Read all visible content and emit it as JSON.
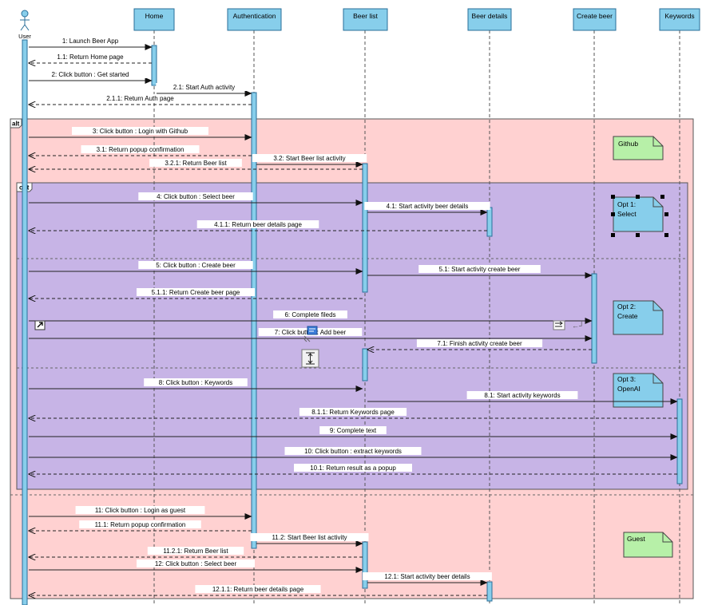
{
  "actor": {
    "label": "User"
  },
  "lifelines": [
    {
      "id": "home",
      "label": "Home"
    },
    {
      "id": "auth",
      "label": "Authentication"
    },
    {
      "id": "beerlist",
      "label": "Beer list"
    },
    {
      "id": "details",
      "label": "Beer details"
    },
    {
      "id": "create",
      "label": "Create beer"
    },
    {
      "id": "keywords",
      "label": "Keywords"
    }
  ],
  "fragments": {
    "alt": {
      "keyword": "alt"
    },
    "opt": {
      "keyword": "opt"
    }
  },
  "notes": [
    {
      "id": "github",
      "text": "Github"
    },
    {
      "id": "opt1",
      "text": "Opt 1:\nSelect"
    },
    {
      "id": "opt2",
      "text": "Opt 2:\nCreate"
    },
    {
      "id": "opt3",
      "text": "Opt 3:\nOpenAI"
    },
    {
      "id": "guest",
      "text": "Guest"
    }
  ],
  "messages": [
    {
      "label": "1: Launch Beer App",
      "from": "user",
      "to": "home",
      "kind": "sync"
    },
    {
      "label": "1.1: Return Home page",
      "from": "home",
      "to": "user",
      "kind": "return"
    },
    {
      "label": "2: Click button : Get started",
      "from": "user",
      "to": "home",
      "kind": "sync"
    },
    {
      "label": "2.1: Start Auth activity",
      "from": "home",
      "to": "auth",
      "kind": "sync"
    },
    {
      "label": "2.1.1: Return Auth page",
      "from": "auth",
      "to": "user",
      "kind": "return"
    },
    {
      "label": "3: Click button : Login with Github",
      "from": "user",
      "to": "auth",
      "kind": "sync"
    },
    {
      "label": "3.1: Return popup confirmation",
      "from": "auth",
      "to": "user",
      "kind": "return"
    },
    {
      "label": "3.2: Start Beer list activity",
      "from": "auth",
      "to": "beerlist",
      "kind": "sync"
    },
    {
      "label": "3.2.1: Return Beer list",
      "from": "beerlist",
      "to": "user",
      "kind": "return"
    },
    {
      "label": "4: Click button : Select beer",
      "from": "user",
      "to": "beerlist",
      "kind": "sync"
    },
    {
      "label": "4.1: Start activity beer details",
      "from": "beerlist",
      "to": "details",
      "kind": "sync"
    },
    {
      "label": "4.1.1: Return beer details page",
      "from": "details",
      "to": "user",
      "kind": "return"
    },
    {
      "label": "5: Click button : Create beer",
      "from": "user",
      "to": "beerlist",
      "kind": "sync"
    },
    {
      "label": "5.1: Start activity create beer",
      "from": "beerlist",
      "to": "create",
      "kind": "sync"
    },
    {
      "label": "5.1.1: Return Create beer page",
      "from": "create",
      "to": "user",
      "kind": "return"
    },
    {
      "label": "6: Complete fileds",
      "from": "user",
      "to": "create",
      "kind": "sync"
    },
    {
      "label": "7: Click button : Add beer",
      "from": "user",
      "to": "create",
      "kind": "sync"
    },
    {
      "label": "7.1: Finish activity create beer",
      "from": "create",
      "to": "beerlist",
      "kind": "return"
    },
    {
      "label": "8: Click button : Keywords",
      "from": "user",
      "to": "beerlist",
      "kind": "sync"
    },
    {
      "label": "8.1: Start activity keywords",
      "from": "beerlist",
      "to": "keywords",
      "kind": "sync"
    },
    {
      "label": "8.1.1: Return Keywords page",
      "from": "keywords",
      "to": "user",
      "kind": "return"
    },
    {
      "label": "9: Complete text",
      "from": "user",
      "to": "keywords",
      "kind": "sync"
    },
    {
      "label": "10: Click button : extract keywords",
      "from": "user",
      "to": "keywords",
      "kind": "sync"
    },
    {
      "label": "10.1: Return result as a popup",
      "from": "keywords",
      "to": "user",
      "kind": "return"
    },
    {
      "label": "11: Click button : Login as guest",
      "from": "user",
      "to": "auth",
      "kind": "sync"
    },
    {
      "label": "11.1: Return popup confirmation",
      "from": "auth",
      "to": "user",
      "kind": "return"
    },
    {
      "label": "11.2: Start Beer list activity",
      "from": "auth",
      "to": "beerlist",
      "kind": "sync"
    },
    {
      "label": "11.2.1: Return Beer list",
      "from": "beerlist",
      "to": "user",
      "kind": "return"
    },
    {
      "label": "12: Click button : Select beer",
      "from": "user",
      "to": "beerlist",
      "kind": "sync"
    },
    {
      "label": "12.1: Start activity beer details",
      "from": "beerlist",
      "to": "details",
      "kind": "sync"
    },
    {
      "label": "12.1.1: Return beer details page",
      "from": "details",
      "to": "user",
      "kind": "return"
    }
  ],
  "colors": {
    "lifeline_fill": "#87CEEB",
    "lifeline_stroke": "#2A6F9A",
    "alt_fill": "#FFD1D1",
    "opt_fill": "#C7B4E6",
    "note_blue": "#87CEEB",
    "note_green": "#B7F0A8",
    "line": "#333333"
  }
}
